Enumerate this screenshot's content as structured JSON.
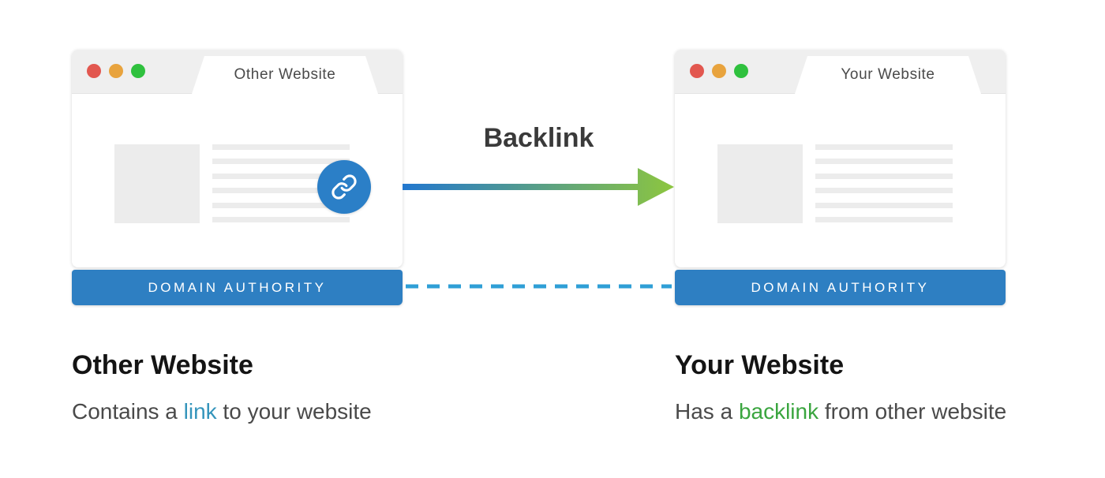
{
  "colors": {
    "window_header_gray": "#efefef",
    "placeholder_gray": "#ececec",
    "bar_blue": "#2e7fc2",
    "link_badge_blue": "#2b7fc7",
    "dashed_blue": "#2f9fd6",
    "arrow_blue": "#2277cf",
    "arrow_green": "#8dc63f",
    "link_text_blue": "#3394bb",
    "backlink_text_green": "#3aa53f",
    "traffic_red": "#e2574f",
    "traffic_orange": "#e8a33d",
    "traffic_green": "#2fc13e"
  },
  "left_window": {
    "tab_label": "Other Website",
    "bar_label": "DOMAIN AUTHORITY",
    "link_icon": "chain-link"
  },
  "right_window": {
    "tab_label": "Your Website",
    "bar_label": "DOMAIN AUTHORITY"
  },
  "connector": {
    "label": "Backlink"
  },
  "captions": {
    "left": {
      "title": "Other Website",
      "text_before": "Contains a ",
      "highlight": "link",
      "text_after": " to your website"
    },
    "right": {
      "title": "Your Website",
      "text_before": "Has a ",
      "highlight": "backlink",
      "text_after": " from other website"
    }
  }
}
